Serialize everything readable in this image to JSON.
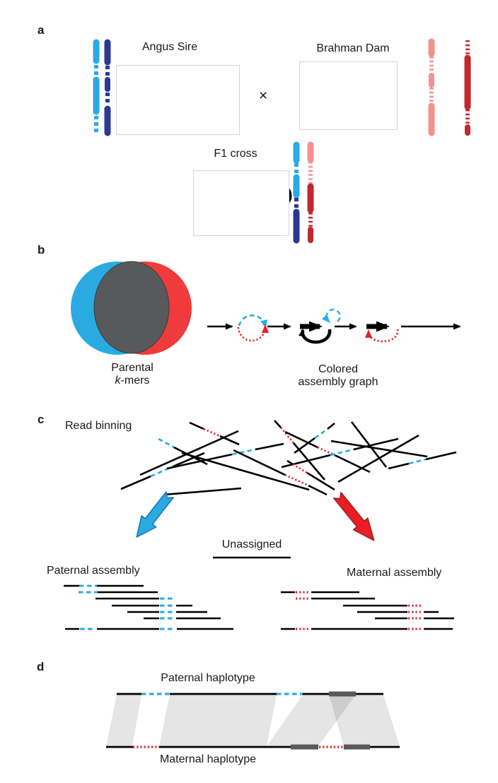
{
  "panel_letters": {
    "a": "a",
    "b": "b",
    "c": "c",
    "d": "d"
  },
  "panel_a": {
    "sire_label": "Angus Sire",
    "dam_label": "Brahman Dam",
    "cross_symbol": "×",
    "f1_label": "F1 cross"
  },
  "panel_b": {
    "venn_label_line1": "Parental",
    "venn_kmers_k": "k",
    "venn_kmers_rest": "-mers",
    "graph_label_line1": "Colored",
    "graph_label_line2": "assembly graph"
  },
  "panel_c": {
    "title": "Read binning",
    "unassigned_label": "Unassigned",
    "paternal_label": "Paternal assembly",
    "maternal_label": "Maternal assembly"
  },
  "panel_d": {
    "paternal_label": "Paternal haplotype",
    "maternal_label": "Maternal haplotype"
  },
  "colors": {
    "paternal_light": "#29ABE2",
    "paternal_dark": "#2B3990",
    "maternal_light": "#F2918E",
    "maternal_dark": "#C1272D",
    "bright_red": "#ED1C24",
    "venn_blue": "#29ABE2",
    "venn_red": "#EF3B3B",
    "shared_gray": "#58595B",
    "band_gray": "rgba(0,0,0,0.10)",
    "arrow_blue_stroke": "#1B75BC",
    "arrow_red_stroke": "#9E1C1C"
  },
  "icons": {
    "paternal_bin_arrow": "arrow-down-left",
    "maternal_bin_arrow": "arrow-down-right"
  }
}
